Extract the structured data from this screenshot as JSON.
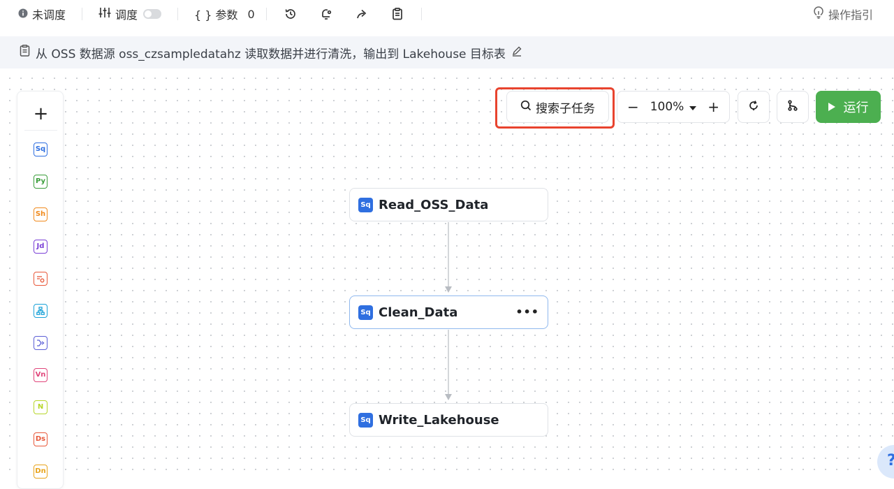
{
  "toolbar": {
    "status_label": "未调度",
    "schedule_label": "调度",
    "params_label": "{ } 参数",
    "params_count": "0",
    "guide_label": "操作指引"
  },
  "description": "从 OSS 数据源 oss_czsampledatahz 读取数据并进行清洗，输出到 Lakehouse 目标表",
  "palette": {
    "add_label": "+",
    "items": [
      {
        "label": "Sq",
        "color": "#2f6fe0"
      },
      {
        "label": "Py",
        "color": "#3a9d3a"
      },
      {
        "label": "Sh",
        "color": "#f08a1c"
      },
      {
        "label": "Jd",
        "color": "#7a3fd6"
      },
      {
        "label": "",
        "icon": "sync-task-icon",
        "color": "#e8583a"
      },
      {
        "label": "",
        "icon": "flow-icon",
        "color": "#1aa2d8"
      },
      {
        "label": "",
        "icon": "branch-task-icon",
        "color": "#5b5fd6"
      },
      {
        "label": "Vn",
        "color": "#e0457a"
      },
      {
        "label": "N",
        "color": "#b7d62a"
      },
      {
        "label": "Ds",
        "color": "#e8583a"
      },
      {
        "label": "Dn",
        "color": "#e8a31a"
      }
    ]
  },
  "controls": {
    "search_label": "搜索子任务",
    "zoom_level": "100%",
    "zoom_out": "−",
    "zoom_in": "+",
    "run_label": "运行",
    "run_color": "#4caf50",
    "highlight_color": "#e8432e"
  },
  "nodes": [
    {
      "badge": "Sq",
      "name": "Read_OSS_Data"
    },
    {
      "badge": "Sq",
      "name": "Clean_Data",
      "more": "•••"
    },
    {
      "badge": "Sq",
      "name": "Write_Lakehouse"
    }
  ],
  "help_label": "?"
}
